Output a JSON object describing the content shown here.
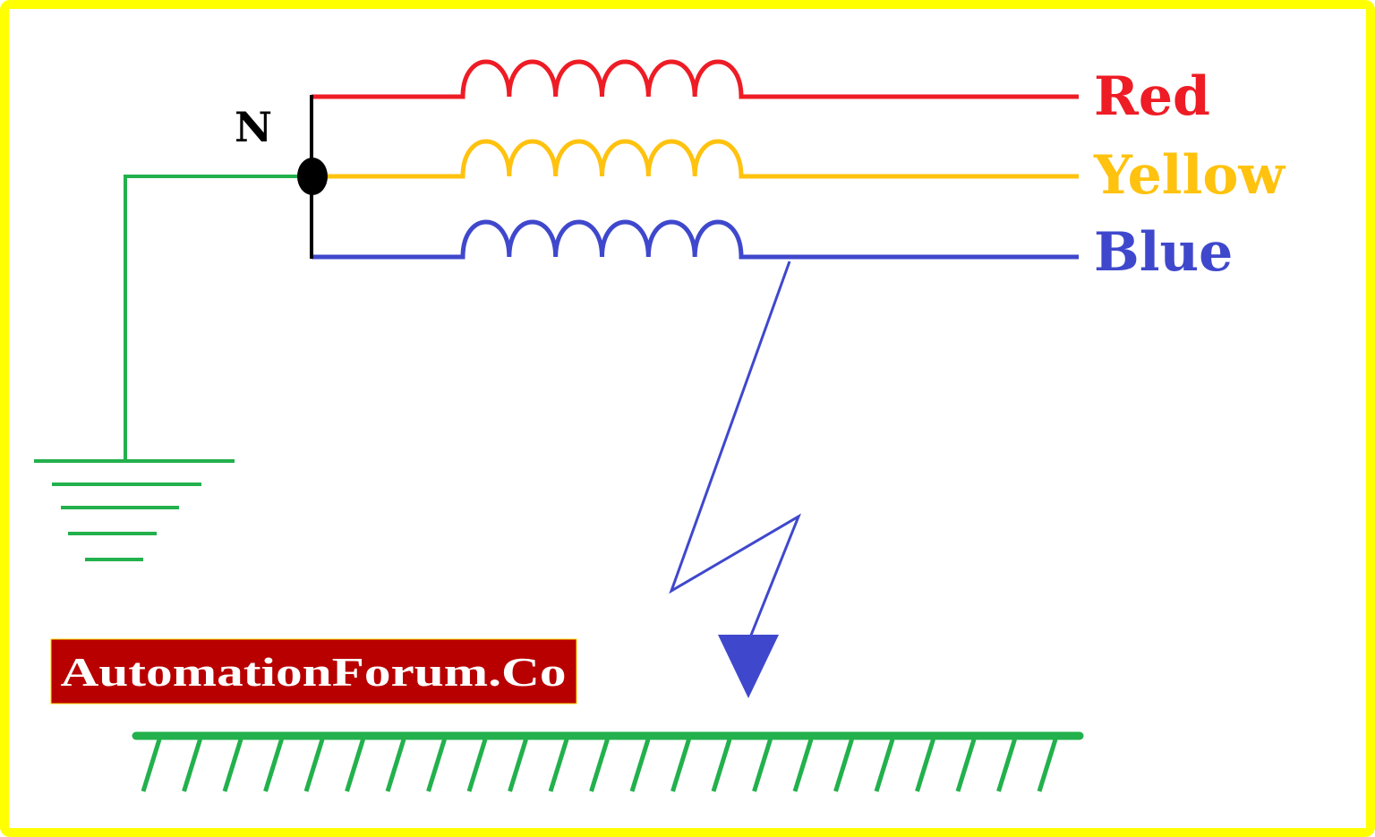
{
  "neutral_label": "N",
  "phases": [
    {
      "label": "Red",
      "color": "#ee1c25"
    },
    {
      "label": "Yellow",
      "color": "#ffc20e"
    },
    {
      "label": "Blue",
      "color": "#3f48cc"
    }
  ],
  "earth_color": "#22b14c",
  "border_color": "#ffff00",
  "logo": {
    "text": "AutomationForum.Co",
    "bg": "#b90000",
    "fg": "#ffffff"
  }
}
